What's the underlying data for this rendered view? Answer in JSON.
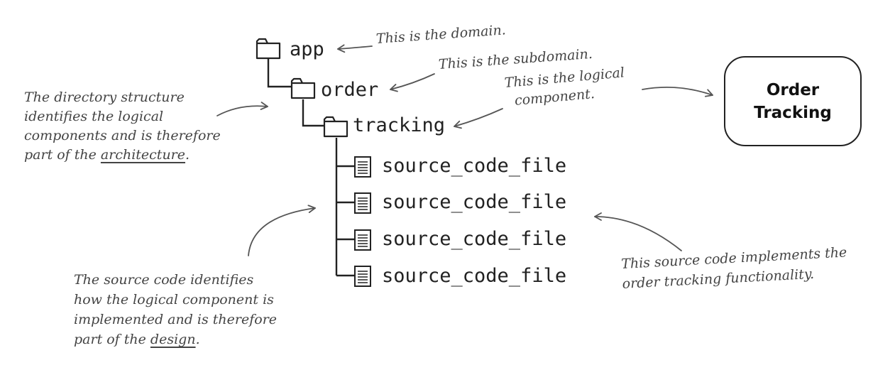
{
  "tree": {
    "app": "app",
    "order": "order",
    "tracking": "tracking",
    "files": [
      "source_code_file",
      "source_code_file",
      "source_code_file",
      "source_code_file"
    ]
  },
  "annotations": {
    "domain": "This is the domain.",
    "subdomain": "This is the subdomain.",
    "logical_component": [
      "This is the logical",
      "component."
    ],
    "directory_structure": {
      "line1": "The directory structure",
      "line2": "identifies the logical",
      "line3": "components and is therefore",
      "line4_prefix": "part of the ",
      "line4_emphasis": "architecture",
      "line4_suffix": "."
    },
    "source_code_design": {
      "line1": "The source code identifies",
      "line2": "how the logical component is",
      "line3": "implemented and is therefore",
      "line4_prefix": "part of the ",
      "line4_emphasis": "design",
      "line4_suffix": "."
    },
    "implements": [
      "This source code implements the",
      "order tracking functionality."
    ]
  },
  "component_box": [
    "Order",
    "Tracking"
  ],
  "colors": {
    "ink": "#222222",
    "annotation": "#444444",
    "background": "#ffffff"
  }
}
